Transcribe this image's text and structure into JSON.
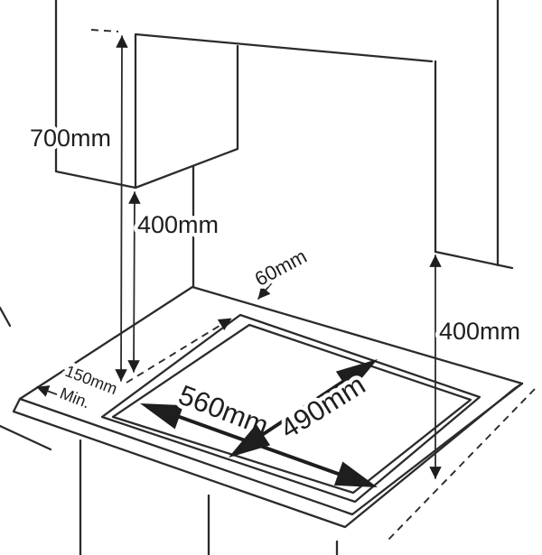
{
  "diagram": {
    "type": "hob-installation-clearance-diagram",
    "background": "#ffffff",
    "line_color": "#2b2b2b",
    "labels": {
      "hood_clearance": "700mm",
      "side_cabinet_clearance": "400mm",
      "rear_gap": "60mm",
      "side_wall_clearance": "400mm",
      "edge_min_distance": "150mm",
      "edge_min_suffix": "Min.",
      "cutout_width": "560mm",
      "cutout_depth": "490mm"
    }
  }
}
